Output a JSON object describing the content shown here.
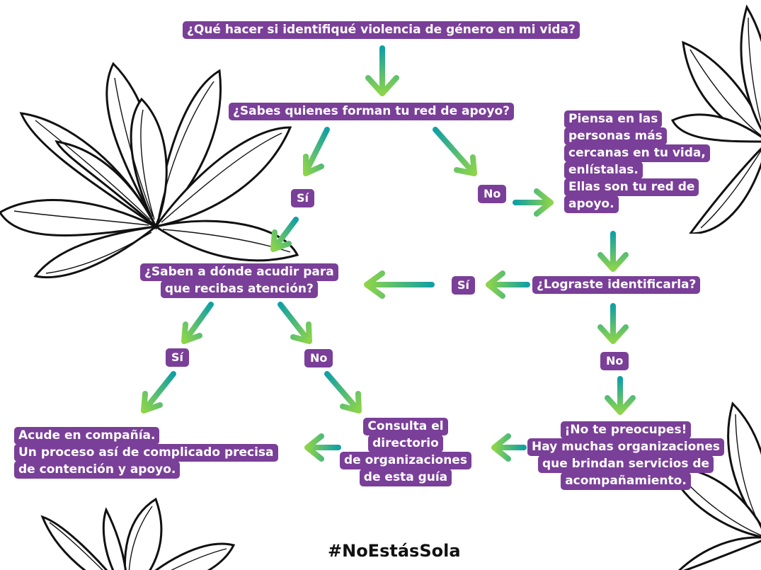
{
  "title": "¿Qué hacer si identifiqué violencia de género en mi vida?",
  "nodes": {
    "q_support_network": [
      "¿Sabes quienes forman tu red de apoyo?"
    ],
    "think_people": [
      "Piensa en las",
      "personas más",
      "cercanas en tu vida,",
      "enlístalas.",
      "Ellas son tu red de",
      "apoyo."
    ],
    "q_where_to_go": [
      "¿Saben a dónde acudir para",
      "que recibas atención?"
    ],
    "q_identified": [
      "¿Lograste identificarla?"
    ],
    "go_with_company": [
      "Acude en compañía.",
      "Un proceso así de complicado precisa",
      "de contención y apoyo."
    ],
    "consult_directory": [
      "Consulta el",
      "directorio",
      "de organizaciones",
      "de esta guía"
    ],
    "dont_worry": [
      "¡No te preocupes!",
      "Hay muchas organizaciones",
      "que brindan servicios de",
      "acompañamiento."
    ]
  },
  "labels": {
    "si_1": "Sí",
    "no_1": "No",
    "si_2": "Sí",
    "si_3": "Sí",
    "no_2": "No",
    "no_3": "No"
  },
  "footer": "#NoEstásSola",
  "colors": {
    "box_fill": "#7a3f98",
    "box_text": "#ffffff",
    "arrow_start": "#11a0a4",
    "arrow_end": "#8dd44a",
    "lotus_stroke": "#111111"
  }
}
